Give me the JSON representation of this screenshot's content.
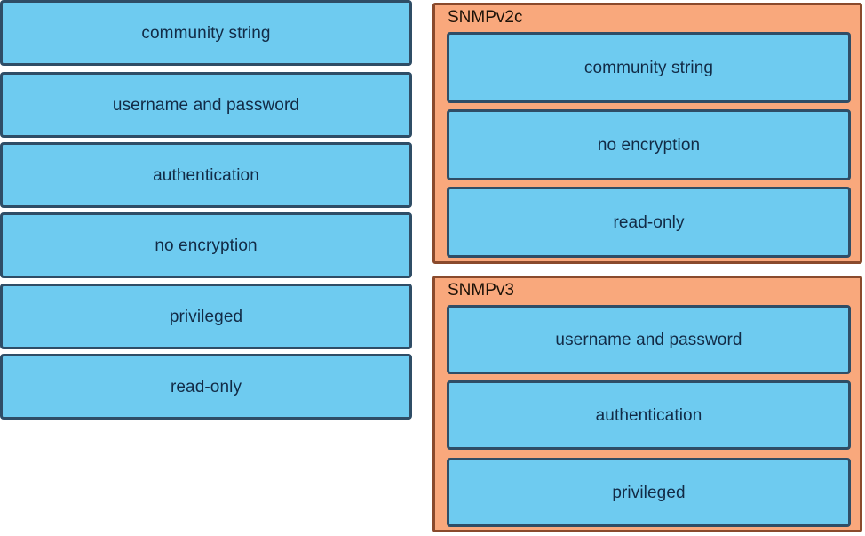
{
  "theme": {
    "tile_fill": "#6ECBF0",
    "tile_border": "#2F4D66",
    "tile_text": "#122B46",
    "group_fill": "#F9A87C",
    "group_border": "#8A4A2C",
    "group_title_text": "#1C1208",
    "page_background": "#FFFFFF"
  },
  "pool": {
    "name": "unsorted-answer-pool",
    "items": [
      {
        "label": "community string"
      },
      {
        "label": "username and password"
      },
      {
        "label": "authentication"
      },
      {
        "label": "no encryption"
      },
      {
        "label": "privileged"
      },
      {
        "label": "read-only"
      }
    ]
  },
  "groups": [
    {
      "title": "SNMPv2c",
      "items": [
        {
          "label": "community string"
        },
        {
          "label": "no encryption"
        },
        {
          "label": "read-only"
        }
      ]
    },
    {
      "title": "SNMPv3",
      "items": [
        {
          "label": "username and password"
        },
        {
          "label": "authentication"
        },
        {
          "label": "privileged"
        }
      ]
    }
  ]
}
